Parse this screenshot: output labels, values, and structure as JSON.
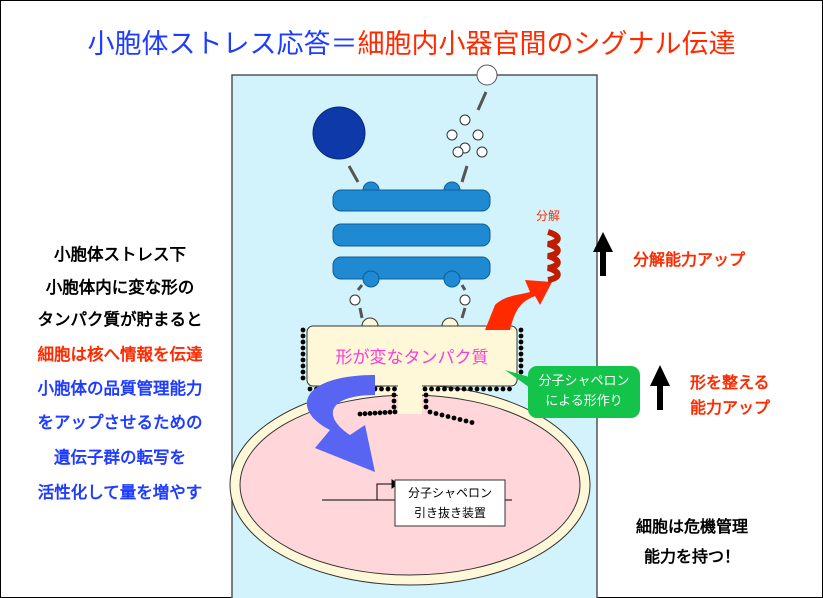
{
  "title": {
    "part1": "小胞体ストレス応答＝",
    "part2": "細胞内小器官間のシグナル伝達"
  },
  "left_text": {
    "lines_black": [
      "小胞体ストレス下",
      "小胞体内に変な形の",
      "タンパク質が貯まると"
    ],
    "line_red": "細胞は核へ情報を伝達",
    "lines_blue": [
      "小胞体の品質管理能力",
      "をアップさせるための",
      "遺伝子群の転写を",
      "活性化して量を増やす"
    ]
  },
  "diagram": {
    "er_label": "形が変なタンパク質",
    "degradation_label": "分解",
    "chaperone_callout": [
      "分子シャペロン",
      "による形作り"
    ],
    "gene_box": [
      "分子シャペロン",
      "引き抜き装置"
    ]
  },
  "right_text": {
    "degradation_up": "分解能力アップ",
    "folding_up": [
      "形を整える",
      "能力アップ"
    ],
    "conclusion": [
      "細胞は危機管理",
      "能力を持つ！"
    ]
  },
  "colors": {
    "blue": "#1f3cff",
    "red": "#ff2a00",
    "cell": "#d2f3fb",
    "golgi": "#1f8ad2",
    "nucleus": "#ffd6da",
    "er": "#fff8d8",
    "callout": "#13c34a"
  }
}
